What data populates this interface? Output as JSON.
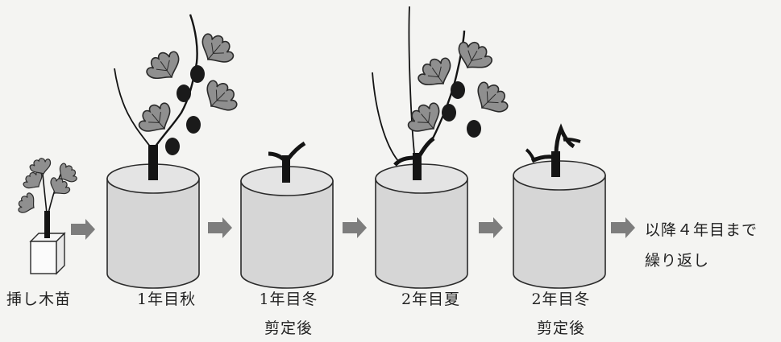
{
  "stages": [
    {
      "id": "cutting",
      "label": "挿し木苗"
    },
    {
      "id": "y1-autumn",
      "label": "1年目秋"
    },
    {
      "id": "y1-winter",
      "label": "1年目冬",
      "sub": "剪定後"
    },
    {
      "id": "y2-summer",
      "label": "2年目夏"
    },
    {
      "id": "y2-winter",
      "label": "2年目冬",
      "sub": "剪定後"
    }
  ],
  "final_note": {
    "line1": "以降４年目まで",
    "line2": "繰り返し"
  },
  "colors": {
    "pot_fill": "#d6d6d6",
    "pot_top": "#e4e4e4",
    "stem": "#141414",
    "leaf": "#8f8f8f",
    "fig": "#1a1a1a",
    "arrow": "#7d7d7d",
    "outline": "#2a2a2a"
  }
}
